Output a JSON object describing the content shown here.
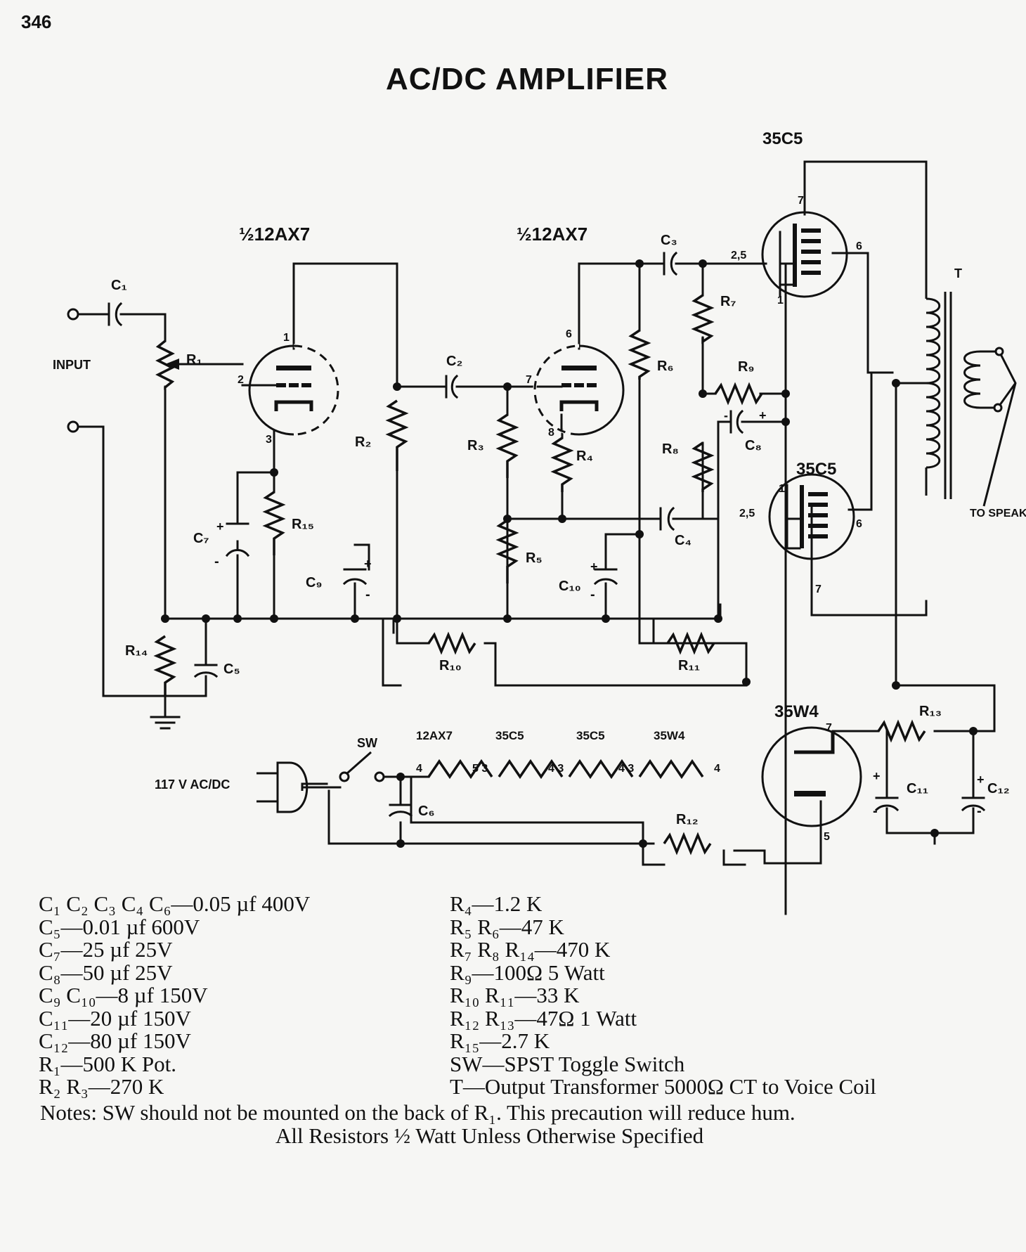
{
  "page_number": "346",
  "title": "AC/DC AMPLIFIER",
  "labels": {
    "input": "INPUT",
    "tube1": "½12AX7",
    "tube2": "½12AX7",
    "tube3": "35C5",
    "tube4": "35C5",
    "rect": "35W4",
    "transformer": "T",
    "speaker": "TO SPEAKER",
    "power": "117 V AC/DC",
    "sw": "SW",
    "C1": "C₁",
    "C2": "C₂",
    "C3": "C₃",
    "C4": "C₄",
    "C5": "C₅",
    "C6": "C₆",
    "C7": "C₇",
    "C8": "C₈",
    "C9": "C₉",
    "C10": "C₁₀",
    "C11": "C₁₁",
    "C12": "C₁₂",
    "R1": "R₁",
    "R2": "R₂",
    "R3": "R₃",
    "R4": "R₄",
    "R5": "R₅",
    "R6": "R₆",
    "R7": "R₇",
    "R8": "R₈",
    "R9": "R₉",
    "R10": "R₁₀",
    "R11": "R₁₁",
    "R12": "R₁₂",
    "R13": "R₁₃",
    "R14": "R₁₄",
    "R15": "R₁₅",
    "heater1": "12AX7",
    "heater2": "35C5",
    "heater3": "35C5",
    "heater4": "35W4"
  },
  "parts_list_left": [
    "C₁ C₂ C₃ C₄ C₆—0.05 µf 400V",
    "C₅—0.01 µf 600V",
    "C₇—25 µf 25V",
    "C₈—50 µf 25V",
    "C₉ C₁₀—8 µf 150V",
    "C₁₁—20 µf 150V",
    "C₁₂—80 µf 150V",
    "R₁—500 K Pot.",
    "R₂ R₃—270 K"
  ],
  "parts_list_right": [
    "R₄—1.2 K",
    "R₅ R₆—47 K",
    "R₇ R₈ R₁₄—470 K",
    "R₉—100Ω 5 Watt",
    "R₁₀ R₁₁—33 K",
    "R₁₂ R₁₃—47Ω 1 Watt",
    "R₁₅—2.7 K",
    "SW—SPST Toggle Switch",
    "T—Output Transformer 5000Ω CT to Voice Coil"
  ],
  "notes": "Notes: SW should not be mounted on the back of R₁. This precaution will reduce hum.",
  "notes2": "All Resistors ½ Watt Unless Otherwise Specified"
}
